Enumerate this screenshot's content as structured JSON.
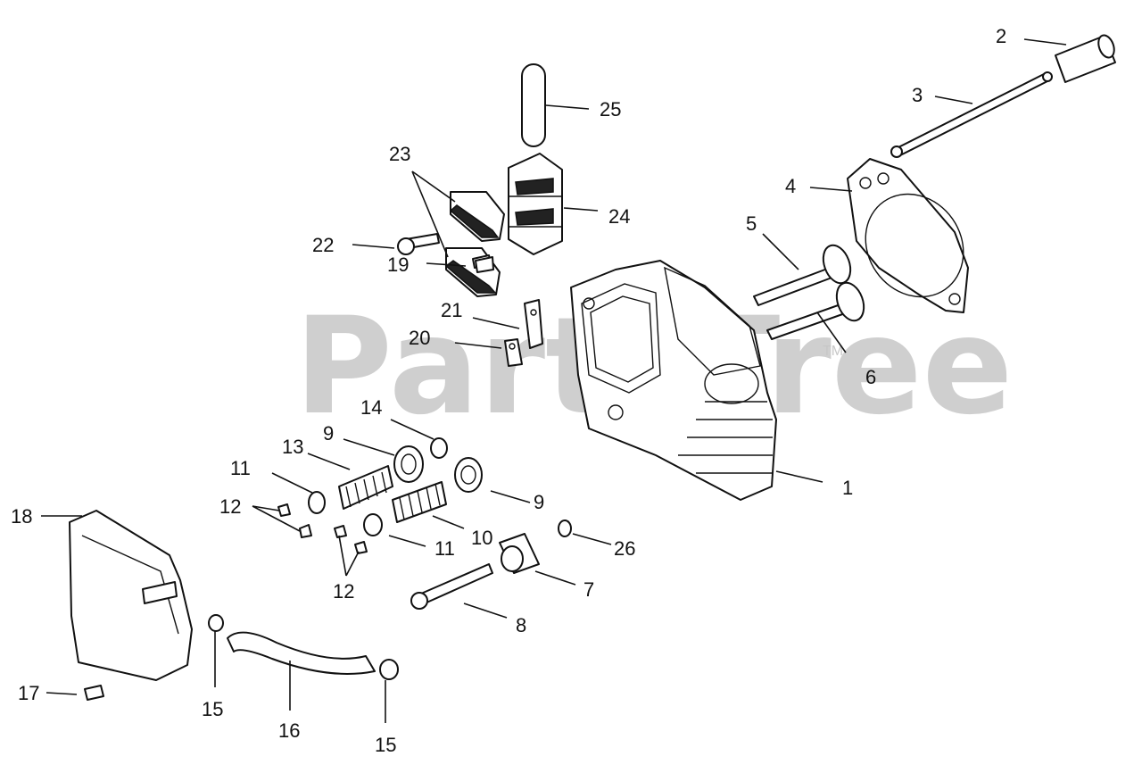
{
  "watermark": {
    "text": "PartsTree",
    "trademark": "TM"
  },
  "callouts": [
    "1",
    "2",
    "3",
    "4",
    "5",
    "6",
    "7",
    "8",
    "9",
    "9",
    "10",
    "11",
    "11",
    "12",
    "12",
    "13",
    "14",
    "15",
    "15",
    "16",
    "17",
    "18",
    "19",
    "20",
    "21",
    "22",
    "23",
    "24",
    "25",
    "26"
  ]
}
